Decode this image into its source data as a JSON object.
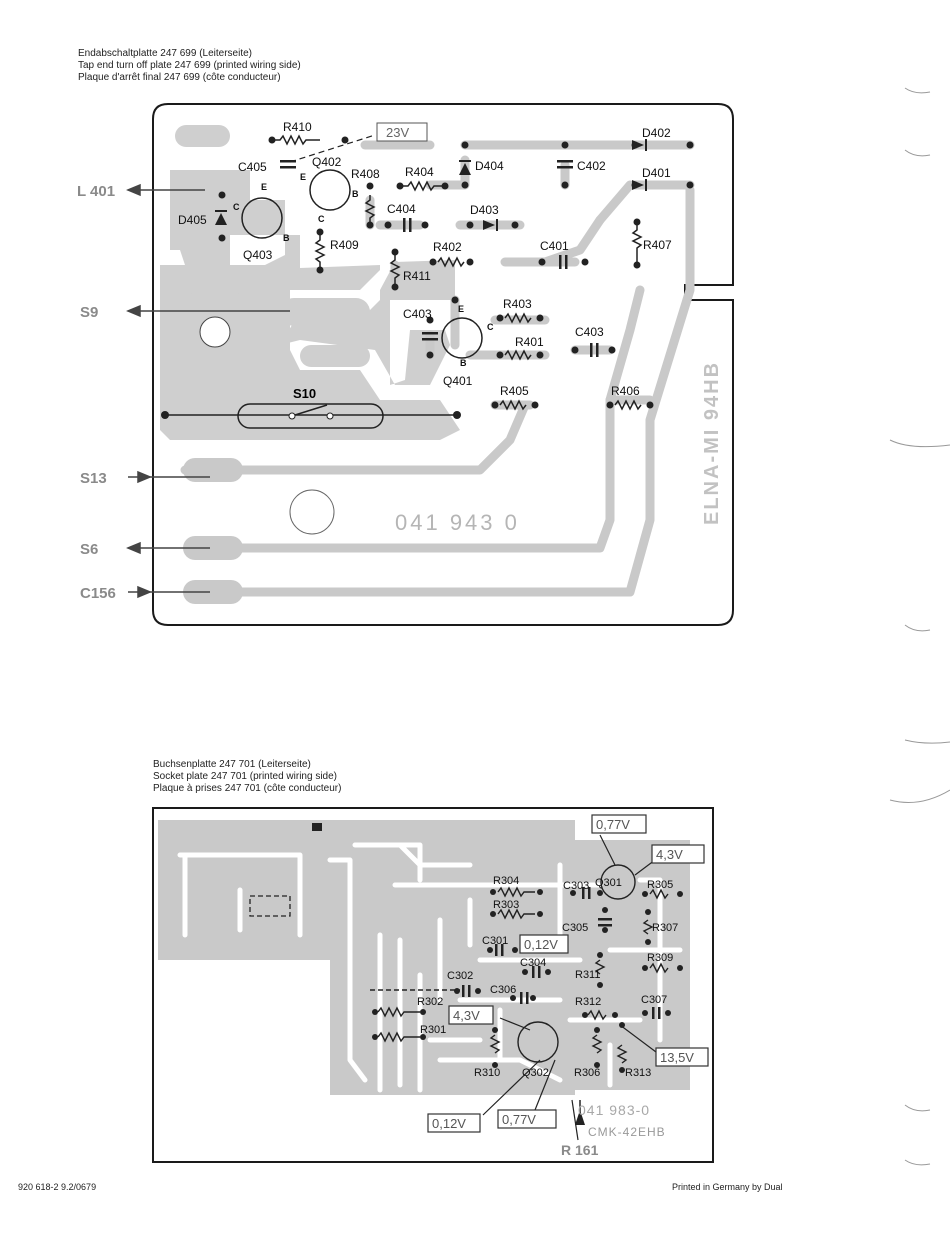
{
  "top_board": {
    "caption": [
      "Endabschaltplatte 247 699 (Leiterseite)",
      "Tap end turn off plate 247 699 (printed wiring side)",
      "Plaque d'arrêt final 247 699 (côte conducteur)"
    ],
    "external_labels": [
      "L 401",
      "S9",
      "S13",
      "S6",
      "C156"
    ],
    "switch_label": "S10",
    "voltage_box": "23V",
    "board_number": "041  943  0",
    "vertical_text": "ELNA-MI 94HB",
    "components": [
      {
        "ref": "R410",
        "type": "resistor"
      },
      {
        "ref": "C405",
        "type": "capacitor"
      },
      {
        "ref": "Q402",
        "type": "transistor"
      },
      {
        "ref": "R408",
        "type": "resistor"
      },
      {
        "ref": "R404",
        "type": "resistor"
      },
      {
        "ref": "D404",
        "type": "diode"
      },
      {
        "ref": "C402",
        "type": "capacitor"
      },
      {
        "ref": "D402",
        "type": "diode"
      },
      {
        "ref": "D401",
        "type": "diode"
      },
      {
        "ref": "D405",
        "type": "diode"
      },
      {
        "ref": "Q403",
        "type": "transistor"
      },
      {
        "ref": "C404",
        "type": "capacitor"
      },
      {
        "ref": "D403",
        "type": "diode"
      },
      {
        "ref": "R409",
        "type": "resistor"
      },
      {
        "ref": "R402",
        "type": "resistor"
      },
      {
        "ref": "C401",
        "type": "capacitor"
      },
      {
        "ref": "R407",
        "type": "resistor"
      },
      {
        "ref": "R411",
        "type": "resistor"
      },
      {
        "ref": "C403",
        "type": "capacitor"
      },
      {
        "ref": "R403",
        "type": "resistor"
      },
      {
        "ref": "R401",
        "type": "resistor"
      },
      {
        "ref": "C403",
        "type": "capacitor"
      },
      {
        "ref": "Q401",
        "type": "transistor"
      },
      {
        "ref": "R405",
        "type": "resistor"
      },
      {
        "ref": "R406",
        "type": "resistor"
      }
    ],
    "pin_letters": [
      "E",
      "E",
      "B",
      "C",
      "C",
      "B",
      "E",
      "C",
      "B"
    ]
  },
  "bottom_board": {
    "caption": [
      "Buchsenplatte 247 701 (Leiterseite)",
      "Socket plate 247 701 (printed wiring side)",
      "Plaque à prises 247 701 (côte conducteur)"
    ],
    "voltage_boxes": [
      "0,77V",
      "4,3V",
      "0,12V",
      "4,3V",
      "13,5V",
      "0,12V",
      "0,77V"
    ],
    "components": [
      {
        "ref": "Q301",
        "type": "transistor"
      },
      {
        "ref": "R304",
        "type": "resistor"
      },
      {
        "ref": "C303",
        "type": "capacitor"
      },
      {
        "ref": "R305",
        "type": "resistor"
      },
      {
        "ref": "R303",
        "type": "resistor"
      },
      {
        "ref": "C305",
        "type": "capacitor"
      },
      {
        "ref": "R307",
        "type": "resistor"
      },
      {
        "ref": "C301",
        "type": "capacitor"
      },
      {
        "ref": "C304",
        "type": "capacitor"
      },
      {
        "ref": "R309",
        "type": "resistor"
      },
      {
        "ref": "C302",
        "type": "capacitor"
      },
      {
        "ref": "R311",
        "type": "resistor"
      },
      {
        "ref": "C306",
        "type": "capacitor"
      },
      {
        "ref": "R302",
        "type": "resistor"
      },
      {
        "ref": "R312",
        "type": "resistor"
      },
      {
        "ref": "C307",
        "type": "capacitor"
      },
      {
        "ref": "R301",
        "type": "resistor"
      },
      {
        "ref": "R310",
        "type": "resistor"
      },
      {
        "ref": "Q302",
        "type": "transistor"
      },
      {
        "ref": "R306",
        "type": "resistor"
      },
      {
        "ref": "R313",
        "type": "resistor"
      }
    ],
    "board_number": "041  983-0",
    "board_code": "CMK-42EHB",
    "external_label": "R 161"
  },
  "footer": {
    "left": "920 618-2  9.2/0679",
    "right": "Printed in Germany by Dual"
  },
  "colors": {
    "copper": "#c9c9c9",
    "line": "#222222",
    "board_edge": "#1a1a1a",
    "faint_text": "#b5b5b5"
  }
}
